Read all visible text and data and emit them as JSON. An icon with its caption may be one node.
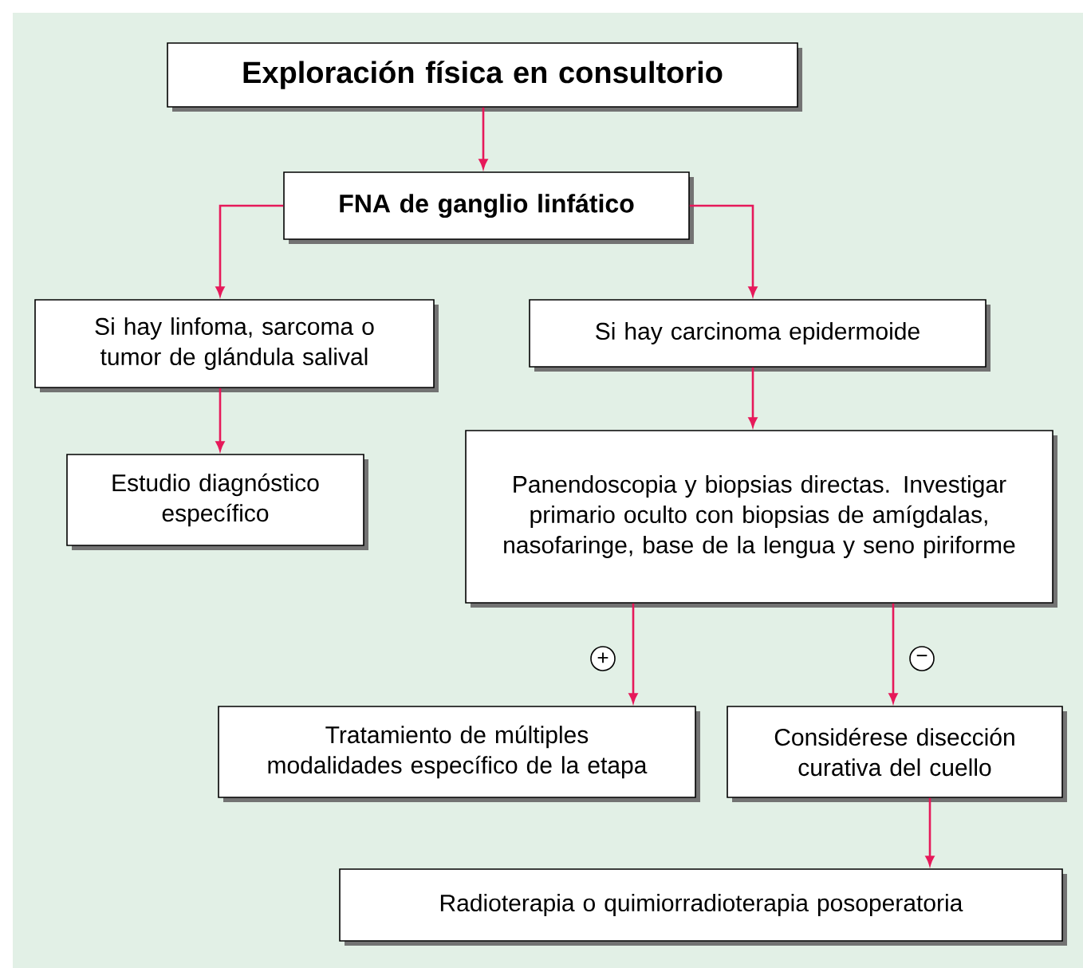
{
  "diagram": {
    "nodes": [
      {
        "text": [
          "Exploración física en consultorio"
        ]
      },
      {
        "text": [
          "FNA de ganglio linfático"
        ]
      },
      {
        "text": [
          "Si hay linfoma, sarcoma o tumor de glándula salival"
        ]
      },
      {
        "text": [
          "Si hay carcinoma epidermoide"
        ]
      },
      {
        "text": [
          "Estudio diagnóstico específico"
        ]
      },
      {
        "text": [
          "Panendoscopia y biopsias directas. Investigar primario oculto con biopsias de amígdalas, nasofaringe, base de la lengua y seno piriforme"
        ]
      },
      {
        "text": [
          "Tratamiento de múltiples modalidades específico de la etapa"
        ]
      },
      {
        "text": [
          "Considérese disección curativa del cuello"
        ]
      },
      {
        "text": [
          "Radioterapia o quimiorradioterapia posoperatoria"
        ]
      }
    ],
    "edges": [
      {
        "from": 0,
        "to": 1,
        "arrow": "to"
      },
      {
        "from": 1,
        "to": 2,
        "arrow": "to"
      },
      {
        "from": 1,
        "to": 3,
        "arrow": "to"
      },
      {
        "from": 2,
        "to": 4,
        "arrow": "to"
      },
      {
        "from": 3,
        "to": 5,
        "arrow": "to"
      },
      {
        "from": 5,
        "to": 6,
        "arrow": "to",
        "label": "+"
      },
      {
        "from": 5,
        "to": 7,
        "arrow": "to",
        "label": "−"
      },
      {
        "from": 7,
        "to": 8,
        "arrow": "to"
      }
    ]
  }
}
